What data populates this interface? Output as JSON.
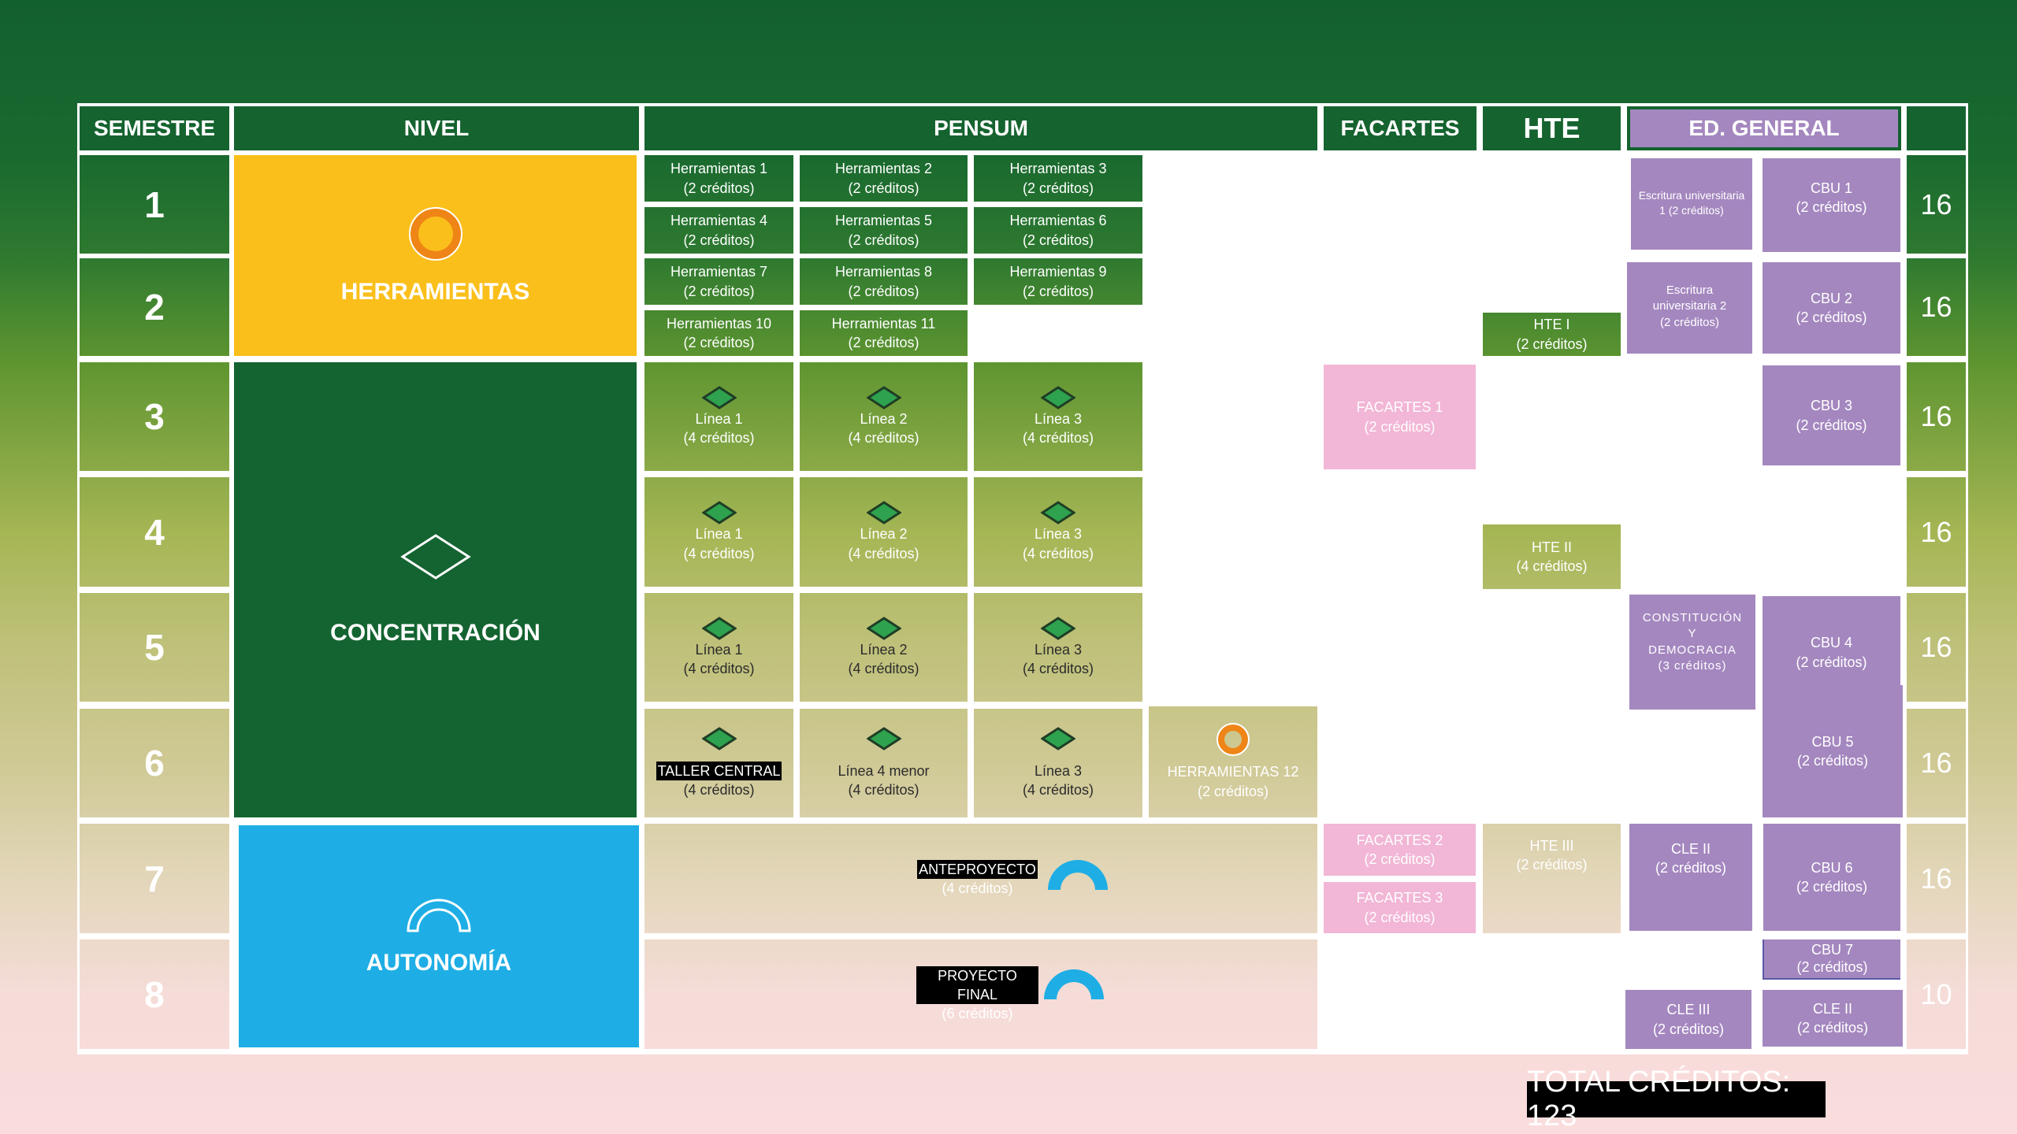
{
  "headers": {
    "semestre": "SEMESTRE",
    "nivel": "NIVEL",
    "pensum": "PENSUM",
    "facartes": "FACARTES",
    "hte": "HTE",
    "ed_general": "ED. GENERAL"
  },
  "semesters": [
    "1",
    "2",
    "3",
    "4",
    "5",
    "6",
    "7",
    "8"
  ],
  "totals": [
    "16",
    "16",
    "16",
    "16",
    "16",
    "16",
    "16",
    "10"
  ],
  "niveles": {
    "herramientas": "HERRAMIENTAS",
    "concentracion": "CONCENTRACIÓN",
    "autonomia": "AUTONOMÍA"
  },
  "herramientas": [
    {
      "n": "Herramientas 1",
      "c": "(2 créditos)"
    },
    {
      "n": "Herramientas 2",
      "c": "(2 créditos)"
    },
    {
      "n": "Herramientas 3",
      "c": "(2 créditos)"
    },
    {
      "n": "Herramientas 4",
      "c": "(2 créditos)"
    },
    {
      "n": "Herramientas 5",
      "c": "(2 créditos)"
    },
    {
      "n": "Herramientas 6",
      "c": "(2 créditos)"
    },
    {
      "n": "Herramientas 7",
      "c": "(2 créditos)"
    },
    {
      "n": "Herramientas 8",
      "c": "(2 créditos)"
    },
    {
      "n": "Herramientas 9",
      "c": "(2 créditos)"
    },
    {
      "n": "Herramientas 10",
      "c": "(2 créditos)"
    },
    {
      "n": "Herramientas 11",
      "c": "(2 créditos)"
    }
  ],
  "lineas": [
    {
      "n": "Línea 1",
      "c": "(4 créditos)"
    },
    {
      "n": "Línea 2",
      "c": "(4 créditos)"
    },
    {
      "n": "Línea 3",
      "c": "(4 créditos)"
    },
    {
      "n": "Línea 1",
      "c": "(4 créditos)"
    },
    {
      "n": "Línea 2",
      "c": "(4 créditos)"
    },
    {
      "n": "Línea 3",
      "c": "(4 créditos)"
    },
    {
      "n": "Línea 1",
      "c": "(4 créditos)"
    },
    {
      "n": "Línea 2",
      "c": "(4 créditos)"
    },
    {
      "n": "Línea 3",
      "c": "(4 créditos)"
    },
    {
      "n": "TALLER CENTRAL",
      "c": "(4 créditos)"
    },
    {
      "n": "Línea 4 menor",
      "c": "(4 créditos)"
    },
    {
      "n": "Línea 3",
      "c": "(4 créditos)"
    },
    {
      "n": "HERRAMIENTAS 12",
      "c": "(2 créditos)"
    }
  ],
  "proyectos": [
    {
      "n": "ANTEPROYECTO",
      "c": "(4 créditos)"
    },
    {
      "n": "PROYECTO FINAL",
      "c": "(6 créditos)"
    }
  ],
  "facartes": [
    {
      "n": "FACARTES 1",
      "c": "(2 créditos)"
    },
    {
      "n": "FACARTES 2",
      "c": "(2 créditos)"
    },
    {
      "n": "FACARTES 3",
      "c": "(2 créditos)"
    }
  ],
  "hte": [
    {
      "n": "HTE I",
      "c": "(2 créditos)"
    },
    {
      "n": "HTE II",
      "c": "(4 créditos)"
    },
    {
      "n": "HTE III",
      "c": "(2 créditos)"
    }
  ],
  "ed_general": [
    {
      "n": "Escritura universitaria",
      "c": "1 (2 créditos)"
    },
    {
      "n": "CBU 1",
      "c": "(2 créditos)"
    },
    {
      "n": "Escritura universitaria 2",
      "c": "(2 créditos)"
    },
    {
      "n": "CBU 2",
      "c": "(2 créditos)"
    },
    {
      "n": "CBU 3",
      "c": "(2 créditos)"
    },
    {
      "n": "CONSTITUCIÓN Y DEMOCRACIA",
      "c": "(3 créditos)"
    },
    {
      "n": "CBU 4",
      "c": "(2 créditos)"
    },
    {
      "n": "CBU 5",
      "c": "(2 créditos)"
    },
    {
      "n": "CLE II",
      "c": "(2 créditos)"
    },
    {
      "n": "CBU 6",
      "c": "(2 créditos)"
    },
    {
      "n": "CBU 7",
      "c": "(2 créditos)"
    },
    {
      "n": "CLE III",
      "c": "(2 créditos)"
    },
    {
      "n": "CLE II",
      "c": "(2 créditos)"
    }
  ],
  "total": "TOTAL CRÉDITOS: 123",
  "colors": {
    "herramientas": "#fbbf1b",
    "concentracion": "#146431",
    "autonomia": "#1eaee5",
    "ed_general": "#a487bf",
    "facartes": "#f2b6d6"
  }
}
